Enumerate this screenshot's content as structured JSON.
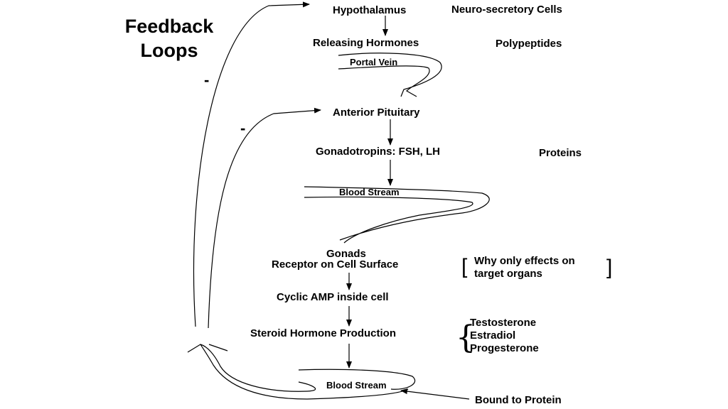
{
  "title_line1": "Feedback",
  "title_line2": "Loops",
  "minus_sign": "-",
  "hypothalamus": "Hypothalamus",
  "neuro_secretory": "Neuro-secretory Cells",
  "releasing_hormones": "Releasing Hormones",
  "polypeptides": "Polypeptides",
  "portal_vein": "Portal Vein",
  "anterior_pituitary": "Anterior Pituitary",
  "gonadotropins": "Gonadotropins:  FSH, LH",
  "proteins": "Proteins",
  "blood_stream": "Blood Stream",
  "gonads": "Gonads",
  "receptor": "Receptor on Cell Surface",
  "why_line1": "Why only effects on",
  "why_line2": " target organs",
  "bracket_open": "[",
  "bracket_close": "]",
  "cyclic_amp": "Cyclic AMP inside cell",
  "steroid_production": "Steroid Hormone Production",
  "brace": "{",
  "steroids": [
    "Testosterone",
    "Estradiol",
    "Progesterone"
  ],
  "bound_to_protein": "Bound to Protein"
}
